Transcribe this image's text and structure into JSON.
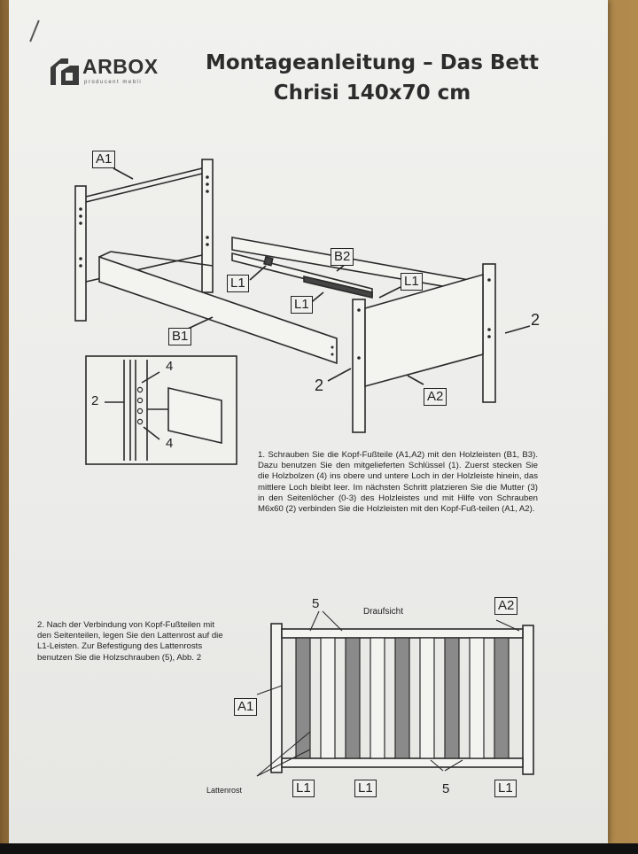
{
  "brand": {
    "name": "ARBOX",
    "tagline": "producent mebli"
  },
  "title": {
    "line1": "Montageanleitung – Das Bett",
    "line2": "Chrisi 140x70 cm"
  },
  "figure1_labels": {
    "a1": "A1",
    "a2": "A2",
    "b1": "B1",
    "b2": "B2",
    "l1_left": "L1",
    "l1_mid": "L1",
    "l1_right": "L1",
    "two_right": "2",
    "two_mid": "2",
    "two_detail": "2",
    "four_top": "4",
    "four_bottom": "4"
  },
  "step1_text": "1. Schrauben Sie die Kopf-Fußteile (A1,A2) mit den Holzleisten (B1, B3). Dazu benutzen Sie den mitgelieferten Schlüssel (1). Zuerst stecken Sie die Holzbolzen (4) ins obere und untere Loch in der Holzleiste hinein, das mittlere Loch bleibt leer. Im nächsten Schritt platzieren Sie die Mutter (3) in den Seitenlöcher (0-3) des Holzleistes und mit Hilfe von Schrauben M6x60 (2) verbinden Sie die Holzleisten mit den Kopf-Fuß-teilen (A1, A2).",
  "step2_text": "2. Nach der Verbindung von Kopf-Fußteilen mit den Seitenteilen, legen Sie den Lattenrost auf die L1-Leisten. Zur Befestigung des Lattenrosts benutzen Sie die Holzschrauben (5), Abb. 2",
  "figure2_labels": {
    "draufsicht": "Draufsicht",
    "lattenrost": "Lattenrost",
    "a1": "A1",
    "a2": "A2",
    "l1_a": "L1",
    "l1_b": "L1",
    "l1_c": "L1",
    "five_top": "5",
    "five_bottom": "5"
  }
}
